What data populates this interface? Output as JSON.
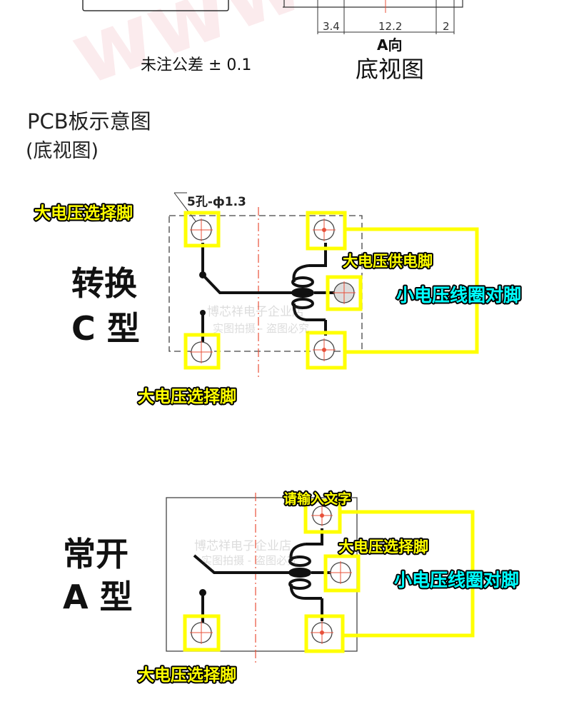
{
  "top_drawing": {
    "dimensions": [
      "3.4",
      "12.2",
      "2"
    ],
    "view_direction": "A向",
    "view_title": "底视图",
    "tolerance_note": "未注公差 ± 0.1"
  },
  "pcb_section": {
    "title": "PCB板示意图",
    "subtitle": "(底视图)",
    "hole_note": "5孔-ф1.3"
  },
  "diagram_c": {
    "type_line1": "转换",
    "type_line2": "C 型",
    "label_top_left": "大电压选择脚",
    "label_supply": "大电压供电脚",
    "label_coil": "小电压线圈对脚",
    "label_bottom_left": "大电压选择脚"
  },
  "diagram_a": {
    "type_line1": "常开",
    "type_line2": "A 型",
    "label_top": "请输入文字",
    "label_select_right": "大电压选择脚",
    "label_coil": "小电压线圈对脚",
    "label_bottom_left": "大电压选择脚"
  },
  "watermark": {
    "line1": "博芯祥电子企业店",
    "line2": "实图拍摄 - 盗图必究"
  },
  "colors": {
    "highlight_yellow": "#ffff00",
    "coil_cyan": "#00ffff",
    "centerline_red": "#e8503a"
  }
}
